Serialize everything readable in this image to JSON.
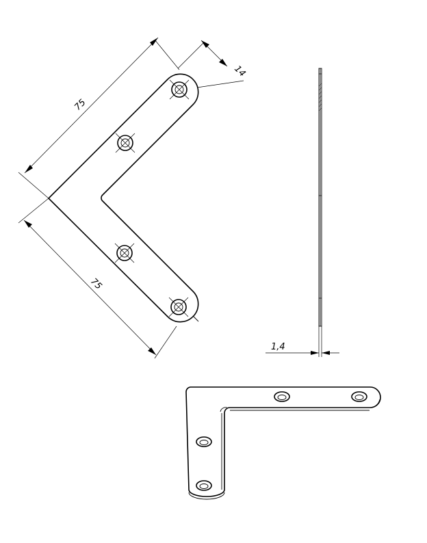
{
  "dimensions": {
    "upper_leg_length": "75",
    "lower_leg_length": "75",
    "strip_width": "14",
    "thickness": "1,4"
  }
}
